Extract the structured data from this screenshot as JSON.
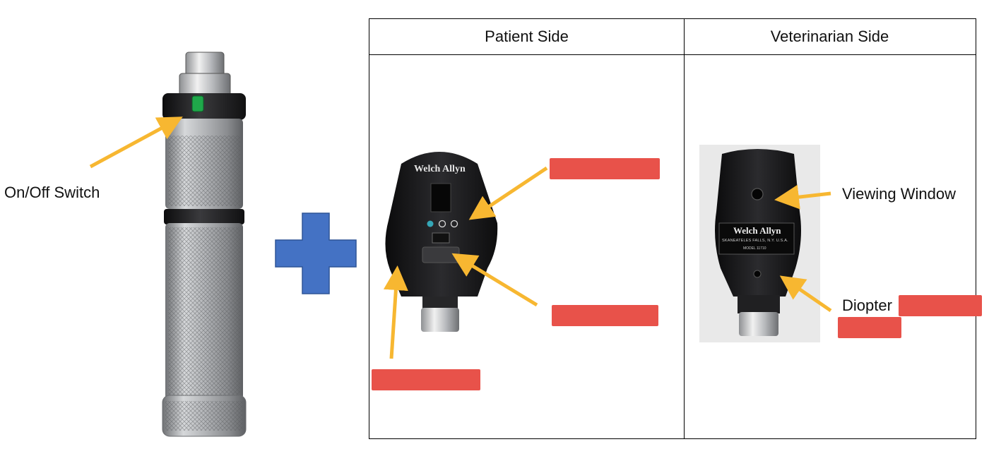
{
  "colors": {
    "arrow": "#f7b731",
    "redaction": "#e8524a",
    "plus": "#4472c4",
    "plus_border": "#2f5597",
    "device_black": "#1c1c1e",
    "metal": "#a9abae"
  },
  "handle": {
    "switch_label": "On/Off Switch"
  },
  "table": {
    "headers": [
      "Patient Side",
      "Veterinarian Side"
    ]
  },
  "patient_side": {
    "brand": "Welch Allyn"
  },
  "veterinarian_side": {
    "brand": "Welch Allyn",
    "brand_subtitle": "SKANEATELES FALLS, N.Y. U.S.A.",
    "model": "MODEL 11710",
    "viewing_window_label": "Viewing Window",
    "diopter_label": "Diopter"
  },
  "icons": [
    "plus-icon",
    "arrow-icon"
  ]
}
